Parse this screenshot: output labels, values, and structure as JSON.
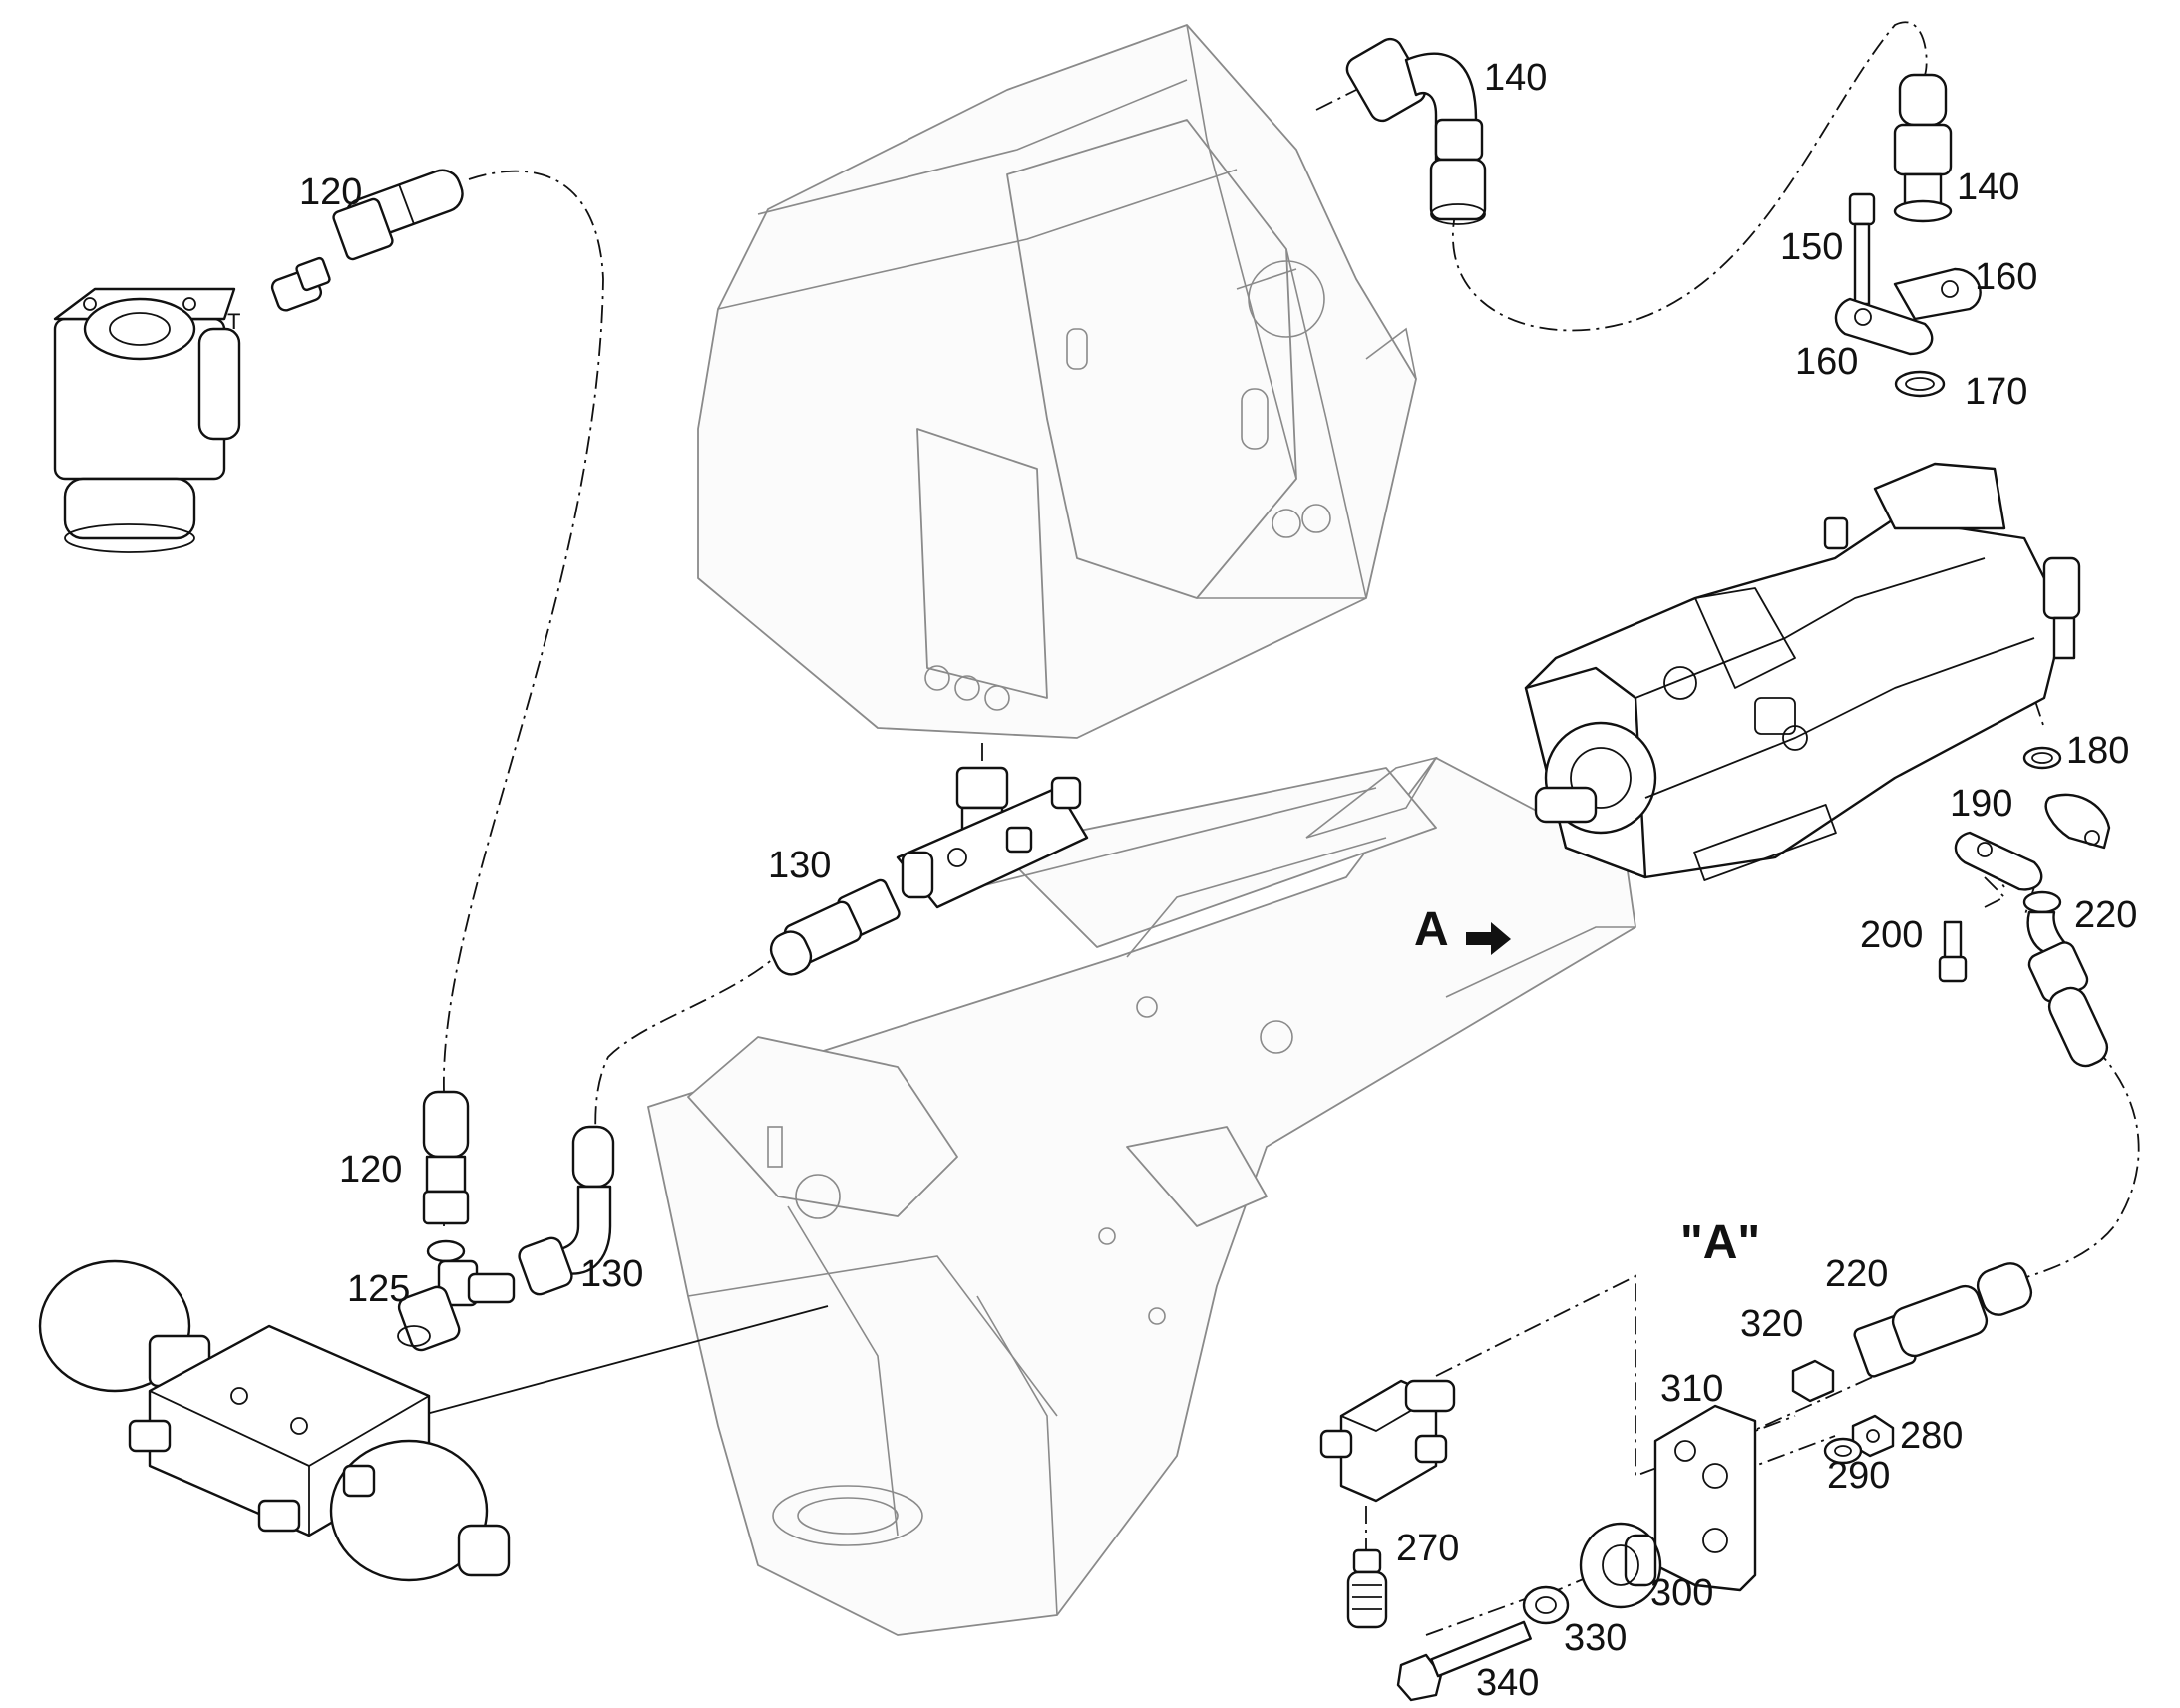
{
  "callouts": [
    {
      "id": "120a",
      "label": "120"
    },
    {
      "id": "120b",
      "label": "120"
    },
    {
      "id": "125",
      "label": "125"
    },
    {
      "id": "130a",
      "label": "130"
    },
    {
      "id": "130b",
      "label": "130"
    },
    {
      "id": "140a",
      "label": "140"
    },
    {
      "id": "140b",
      "label": "140"
    },
    {
      "id": "150",
      "label": "150"
    },
    {
      "id": "160a",
      "label": "160"
    },
    {
      "id": "160b",
      "label": "160"
    },
    {
      "id": "170",
      "label": "170"
    },
    {
      "id": "180",
      "label": "180"
    },
    {
      "id": "190",
      "label": "190"
    },
    {
      "id": "200",
      "label": "200"
    },
    {
      "id": "220a",
      "label": "220"
    },
    {
      "id": "220b",
      "label": "220"
    },
    {
      "id": "270",
      "label": "270"
    },
    {
      "id": "280",
      "label": "280"
    },
    {
      "id": "290",
      "label": "290"
    },
    {
      "id": "300",
      "label": "300"
    },
    {
      "id": "310",
      "label": "310"
    },
    {
      "id": "320",
      "label": "320"
    },
    {
      "id": "330",
      "label": "330"
    },
    {
      "id": "340",
      "label": "340"
    }
  ],
  "view_marker": {
    "label": "A"
  },
  "detail_title": "\"A\"",
  "port_letter": "T"
}
